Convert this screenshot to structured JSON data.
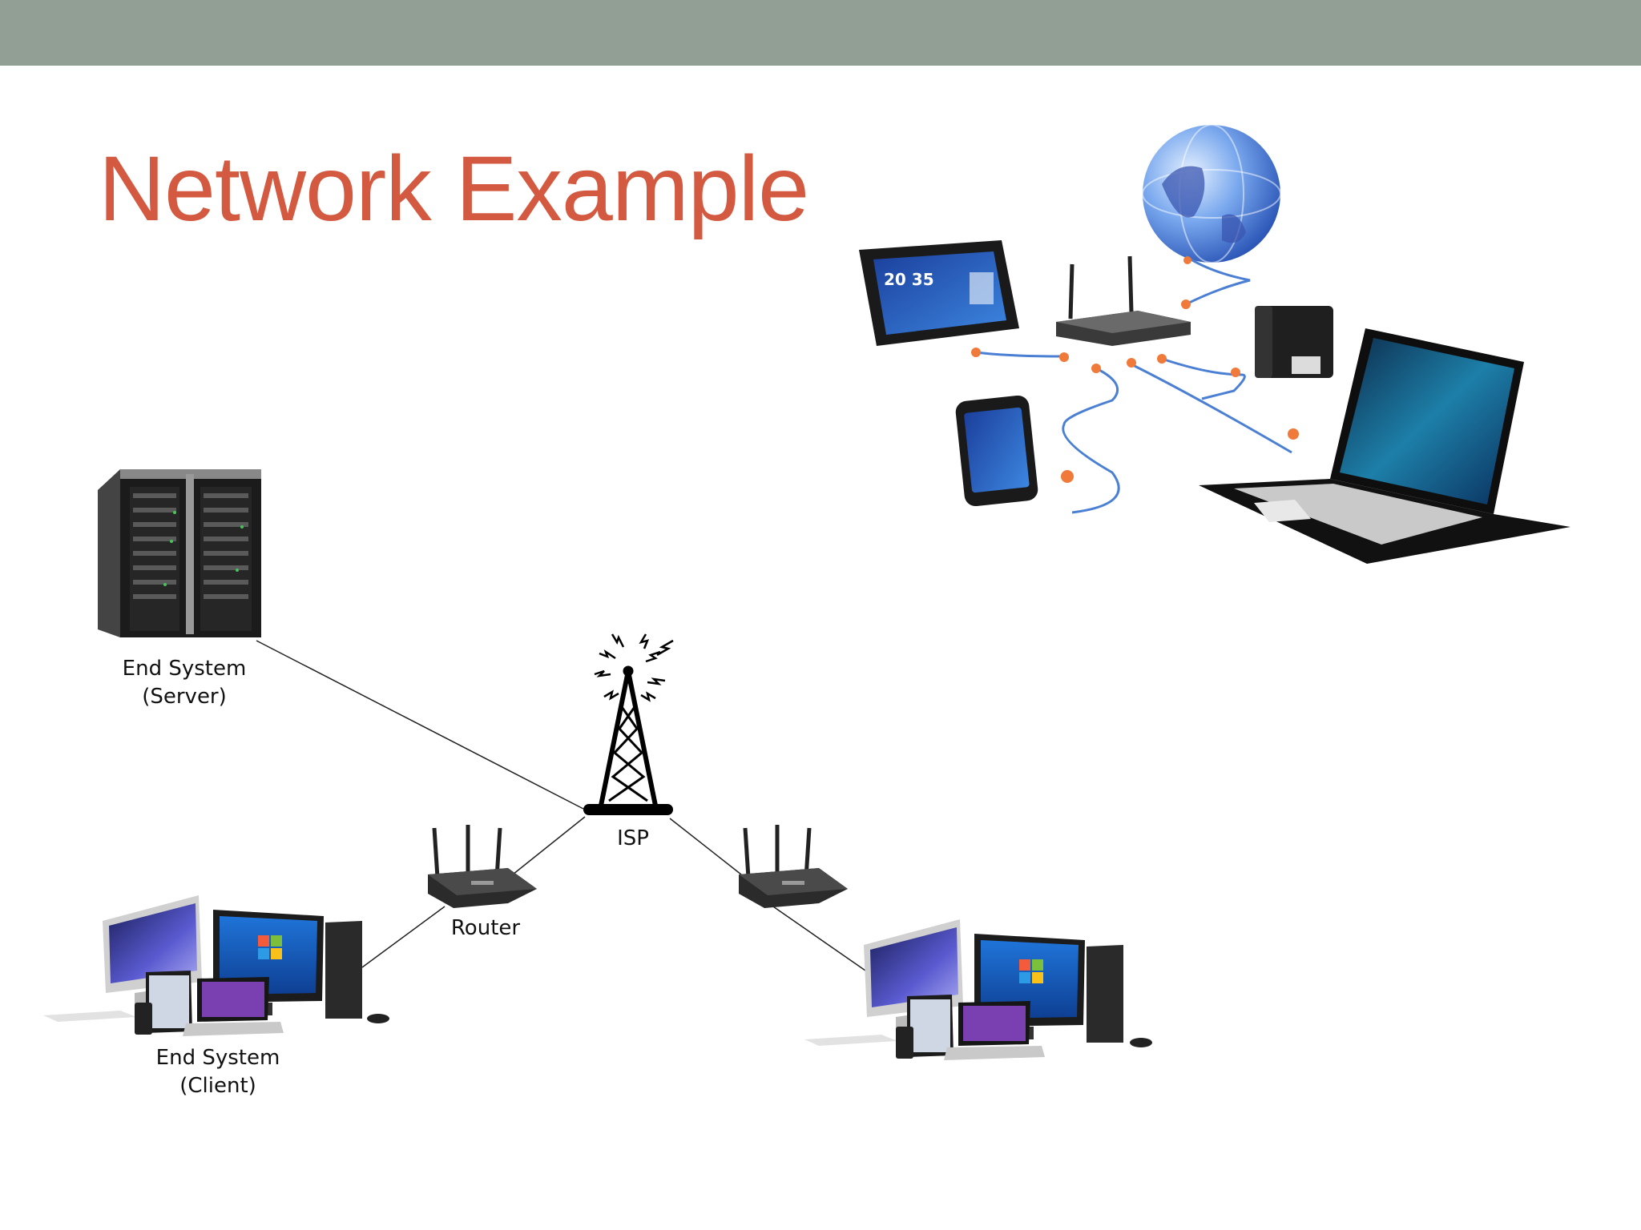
{
  "slide": {
    "title": "Network Example"
  },
  "colors": {
    "top_bar": "#919f95",
    "title": "#d35a40",
    "cable": "#4a7fd4",
    "cable_dot": "#f07a3a"
  },
  "nodes": {
    "server": {
      "line1": "End System",
      "line2": "(Server)"
    },
    "isp": {
      "label": "ISP"
    },
    "router": {
      "label": "Router"
    },
    "client": {
      "line1": "End System",
      "line2": "(Client)"
    }
  },
  "devices": {
    "tablet_clock": "20 35"
  },
  "icons": [
    "globe-icon",
    "tablet-icon",
    "wifi-router-icon",
    "external-drive-icon",
    "laptop-icon",
    "smartphone-icon",
    "server-rack-icon",
    "radio-tower-icon",
    "router-icon",
    "desktop-computers-icon"
  ]
}
